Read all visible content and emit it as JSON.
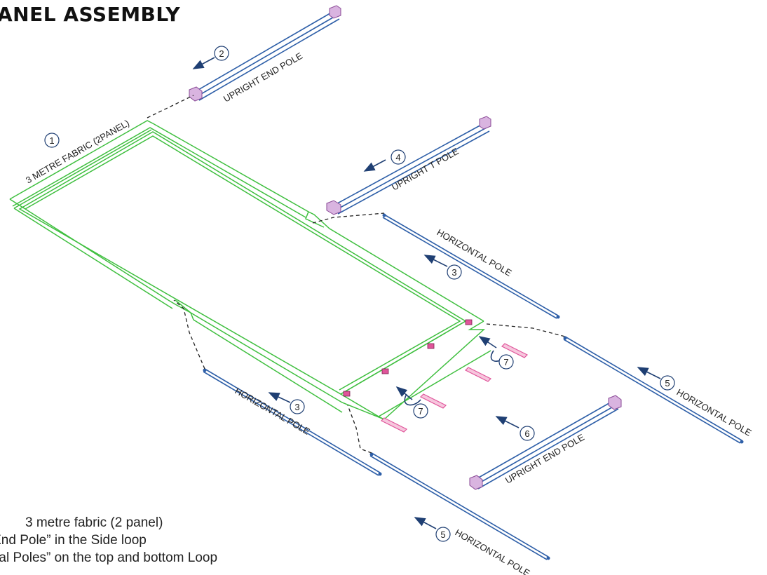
{
  "title": "ANEL ASSEMBLY",
  "labels": {
    "fabric": "3 METRE FABRIC (2PANEL)",
    "upright_end_pole_top": "UPRIGHT END POLE",
    "upright_t_pole": "UPRIGHT T POLE",
    "horizontal_pole_right": "HORIZONTAL POLE",
    "horizontal_pole_left": "HORIZONTAL POLE",
    "horizontal_pole_far_right": "HORIZONTAL POLE",
    "horizontal_pole_bottom": "HORIZONTAL POLE",
    "upright_end_pole_bottom": "UPRIGHT END POLE"
  },
  "callouts": {
    "c1": "1",
    "c2": "2",
    "c3a": "3",
    "c3b": "3",
    "c4": "4",
    "c5a": "5",
    "c5b": "5",
    "c6": "6",
    "c7a": "7",
    "c7b": "7"
  },
  "steps": {
    "s1": "3 metre fabric (2 panel)",
    "s2": "nt End Pole” in the Side loop",
    "s3": "ontal Poles” on the top and bottom Loop"
  },
  "colors": {
    "fabric": "#3fbf3f",
    "pole": "#2e5fa8",
    "connector": "#c07ac8",
    "arrow": "#1f3f73",
    "strap": "#e0559a"
  }
}
